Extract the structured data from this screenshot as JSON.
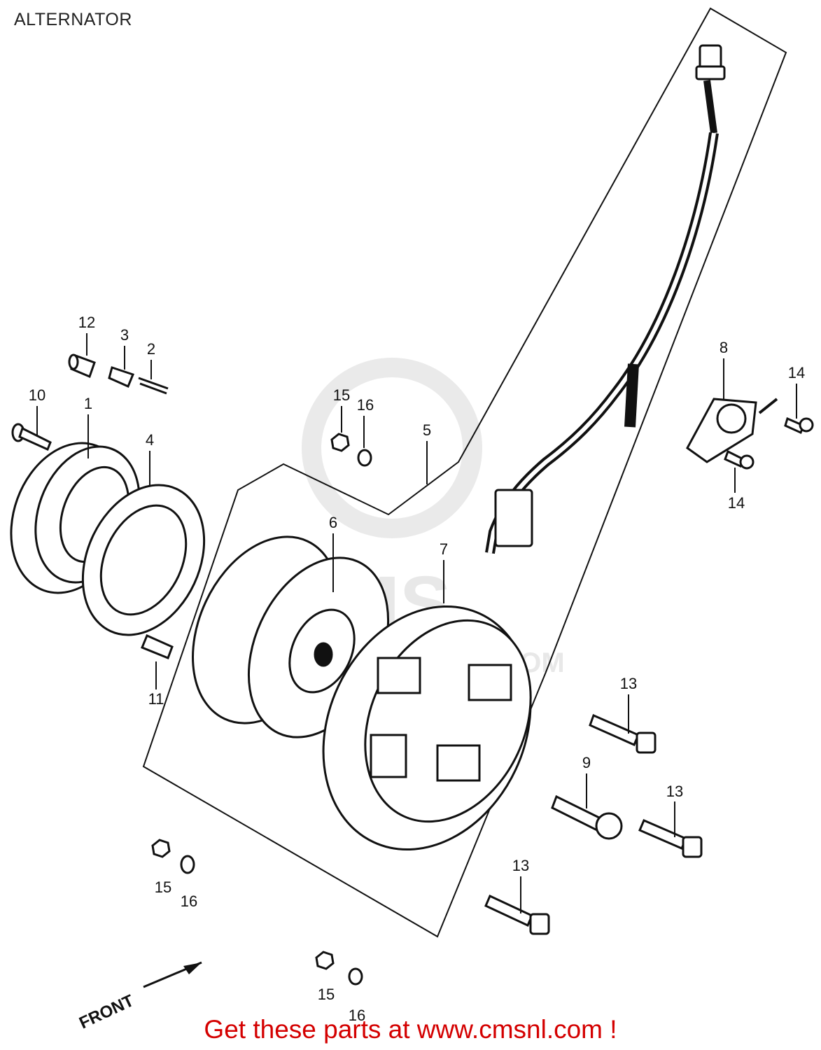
{
  "page": {
    "title": "ALTERNATOR",
    "promo": "Get these parts at www.cmsnl.com !",
    "front_label": "FRONT"
  },
  "watermark": {
    "logo_text": "CMS",
    "url_text": "CMSNL.COM"
  },
  "callouts": [
    {
      "id": "c12",
      "number": "12"
    },
    {
      "id": "c3",
      "number": "3"
    },
    {
      "id": "c2",
      "number": "2"
    },
    {
      "id": "c10",
      "number": "10"
    },
    {
      "id": "c1",
      "number": "1"
    },
    {
      "id": "c4",
      "number": "4"
    },
    {
      "id": "c15a",
      "number": "15"
    },
    {
      "id": "c16a",
      "number": "16"
    },
    {
      "id": "c5",
      "number": "5"
    },
    {
      "id": "c8",
      "number": "8"
    },
    {
      "id": "c14a",
      "number": "14"
    },
    {
      "id": "c14b",
      "number": "14"
    },
    {
      "id": "c6",
      "number": "6"
    },
    {
      "id": "c7",
      "number": "7"
    },
    {
      "id": "c11",
      "number": "11"
    },
    {
      "id": "c13a",
      "number": "13"
    },
    {
      "id": "c9",
      "number": "9"
    },
    {
      "id": "c13b",
      "number": "13"
    },
    {
      "id": "c13c",
      "number": "13"
    },
    {
      "id": "c15b",
      "number": "15"
    },
    {
      "id": "c16b",
      "number": "16"
    },
    {
      "id": "c15c",
      "number": "15"
    },
    {
      "id": "c16c",
      "number": "16"
    }
  ]
}
